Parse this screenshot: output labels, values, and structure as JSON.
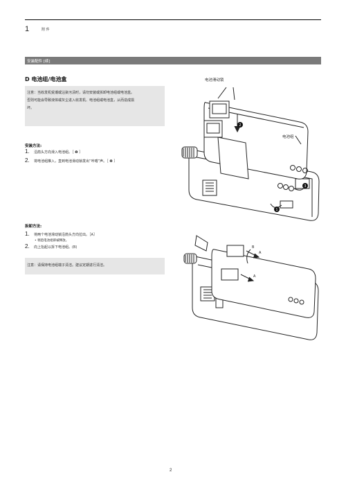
{
  "header": {
    "chapter_number": "1",
    "chapter_title": "附 件"
  },
  "section_bar": {
    "label": "安装配件 [续]"
  },
  "battery_section": {
    "title": "D 电池组/电池盒",
    "note": [
      "注意：当收发机受潮或沾染污渍时，请勿安装或拆卸电池组或电池盒。",
      "否则可能会导致液体或灰尘进入收发机、电池组或电池盒，从而造成损",
      "坏。"
    ]
  },
  "install": {
    "heading": "安装方法:",
    "steps": [
      {
        "num": "1.",
        "text": "沿箭头方向滑入电池组。［ ❶ ］"
      },
      {
        "num": "2.",
        "text": "将电池组推入，直到电池滑动锁发出“咔嗒”声。［ ❷ ］"
      }
    ]
  },
  "remove": {
    "heading": "拆卸方法:",
    "steps": [
      {
        "num": "1.",
        "text": "将两个电池滑动锁沿箭头方向拉出。［A］"
      },
      {
        "num": "2.",
        "text": "向上抬起以拆下电池组。(B)"
      }
    ],
    "bullet": "• 稍后电池组即被释放。",
    "note": "注意：请保持电池组端子清洁。建议定期进行清洁。"
  },
  "figure1": {
    "labels": {
      "latch": "电池滑动锁",
      "battery": "电池组",
      "step1": "1",
      "step2": "2",
      "step3": "3"
    }
  },
  "figure2": {
    "labels": {
      "a1": "A",
      "a2": "A",
      "b": "B"
    }
  },
  "footer": {
    "page_number": "2"
  }
}
